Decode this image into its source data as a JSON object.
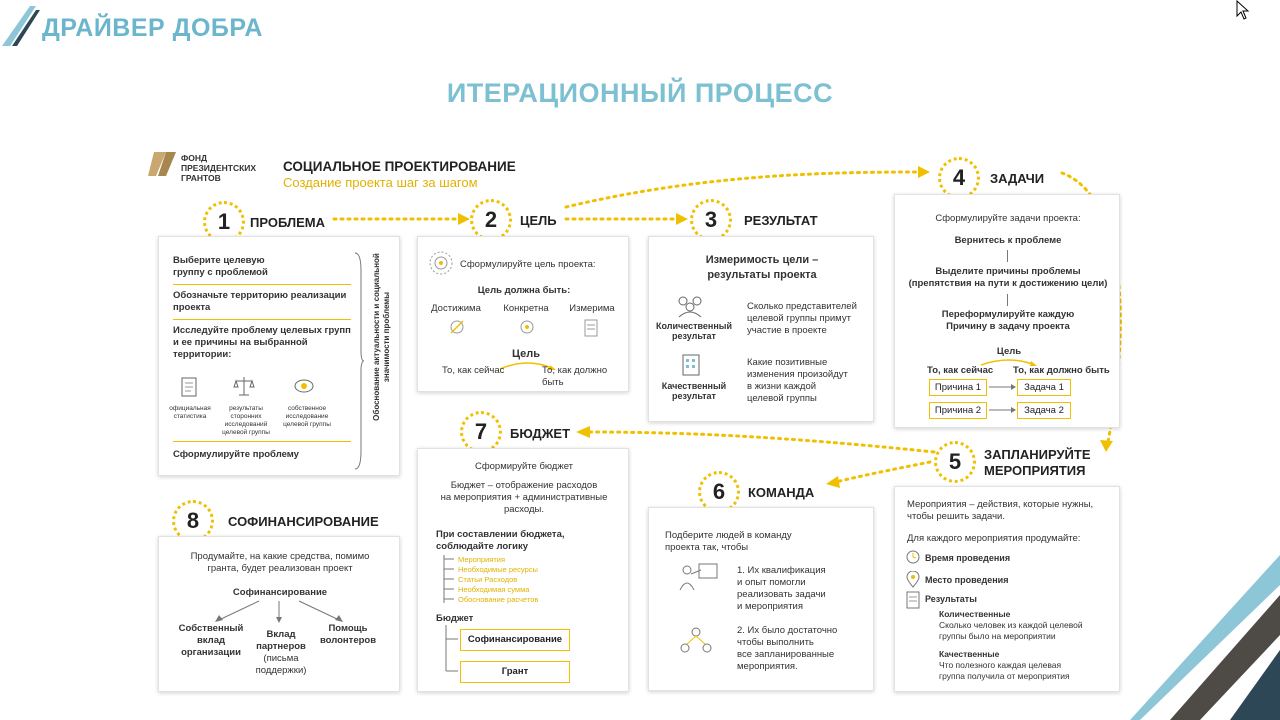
{
  "brand": {
    "name": "ДРАЙВЕР ДОБРА"
  },
  "page": {
    "title": "ИТЕРАЦИОННЫЙ ПРОЦЕСС"
  },
  "header": {
    "fund_line1": "ФОНД",
    "fund_line2": "ПРЕЗИДЕНТСКИХ",
    "fund_line3": "ГРАНТОВ",
    "title": "СОЦИАЛЬНОЕ ПРОЕКТИРОВАНИЕ",
    "subtitle": "Создание проекта шаг за шагом"
  },
  "steps": {
    "s1": {
      "num": "1",
      "title": "ПРОБЛЕМА",
      "l1": "Выберите целевую",
      "l2": "группу с проблемой",
      "l3": "Обозначьте территорию реализации",
      "l4": "проекта",
      "l5": "Исследуйте проблему целевых групп",
      "l6": "и ее причины на выбранной",
      "l7": "территории:",
      "i1a": "официальная",
      "i1b": "статистика",
      "i2a": "результаты",
      "i2b": "сторонних",
      "i2c": "исследований",
      "i2d": "целевой группы",
      "i3a": "собственное",
      "i3b": "исследование",
      "i3c": "целевой группы",
      "l8": "Сформулируйте проблему",
      "side1": "Обоснование актуальности и социальной",
      "side2": "значимости проблемы"
    },
    "s2": {
      "num": "2",
      "title": "ЦЕЛЬ",
      "l1": "Сформулируйте цель проекта:",
      "l2": "Цель должна быть:",
      "c1": "Достижима",
      "c2": "Конкретна",
      "c3": "Измерима",
      "goal": "Цель",
      "now": "То, как сейчас",
      "should1": "То, как должно",
      "should2": "быть"
    },
    "s3": {
      "num": "3",
      "title": "РЕЗУЛЬТАТ",
      "h1": "Измеримость цели –",
      "h2": "результаты проекта",
      "q1": "Количественный",
      "q2": "результат",
      "qd1": "Сколько представителей",
      "qd2": "целевой группы примут",
      "qd3": "участие в проекте",
      "k1": "Качественный",
      "k2": "результат",
      "kd1": "Какие позитивные",
      "kd2": "изменения произойдут",
      "kd3": "в жизни каждой",
      "kd4": "целевой группы"
    },
    "s4": {
      "num": "4",
      "title": "ЗАДАЧИ",
      "l1": "Сформулируйте задачи проекта:",
      "l2": "Вернитесь к проблеме",
      "l3": "Выделите причины проблемы",
      "l4": "(препятствия на пути к достижению цели)",
      "l5": "Переформулируйте каждую",
      "l6": "Причину в задачу проекта",
      "goal": "Цель",
      "now": "То, как сейчас",
      "should": "То, как должно быть",
      "r1": "Причина 1",
      "r2": "Причина 2",
      "t1": "Задача  1",
      "t2": "Задача  2"
    },
    "s5": {
      "num": "5",
      "title1": "ЗАПЛАНИРУЙТЕ",
      "title2": "МЕРОПРИЯТИЯ",
      "l1": "Мероприятия – действия, которые нужны,",
      "l2": "чтобы решить задачи.",
      "l3": "Для каждого мероприятия продумайте:",
      "p1": "Время проведения",
      "p2": "Место проведения",
      "p3": "Результаты",
      "q": "Количественные",
      "qd1": "Сколько человек из каждой целевой",
      "qd2": "группы было на мероприятии",
      "k": "Качественные",
      "kd1": "Что полезного каждая целевая",
      "kd2": "группа получила от мероприятия"
    },
    "s6": {
      "num": "6",
      "title": "КОМАНДА",
      "l1": "Подберите людей в команду",
      "l2": "проекта так, чтобы",
      "p1a": "1. Их квалификация",
      "p1b": "и опыт помогли",
      "p1c": "реализовать задачи",
      "p1d": "и мероприятия",
      "p2a": "2. Их было достаточно",
      "p2b": "чтобы выполнить",
      "p2c": "все запланированные",
      "p2d": "мероприятия."
    },
    "s7": {
      "num": "7",
      "title": "БЮДЖЕТ",
      "l1": "Сформируйте бюджет",
      "l2": "Бюджет – отображение расходов",
      "l3": "на мероприятия + административные",
      "l4": "расходы.",
      "l5": "При составлении бюджета,",
      "l6": "соблюдайте логику",
      "y1": "Мероприятия",
      "y2": "Необходимые ресурсы",
      "y3": "Статьи Расходов",
      "y4": "Необходимая сумма",
      "y5": "Обоснование расчетов",
      "l7": "Бюджет",
      "box1": "Софинансирование",
      "box2": "Грант"
    },
    "s8": {
      "num": "8",
      "title": "СОФИНАНСИРОВАНИЕ",
      "l1": "Продумайте, на какие средства, помимо",
      "l2": "гранта,  будет реализован проект",
      "l3": "Софинансирование",
      "a1": "Собственный",
      "a2": "вклад",
      "a3": "организации",
      "b1": "Вклад",
      "b2": "партнеров",
      "b3": "(письма",
      "b4": "поддержки)",
      "c1": "Помощь",
      "c2": "волонтеров"
    }
  },
  "colors": {
    "accent": "#f0c000",
    "brand": "#6bb6cc",
    "title": "#7cc0d2"
  }
}
